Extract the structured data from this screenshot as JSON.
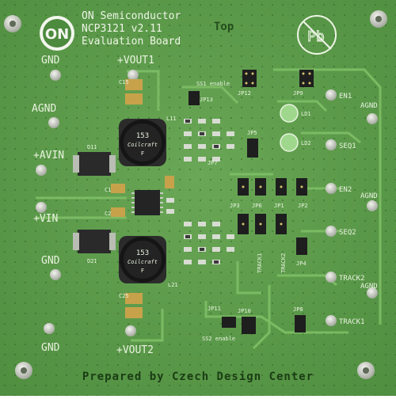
{
  "board": {
    "logo_text": "ON",
    "title_lines": [
      "ON Semiconductor",
      "NCP3121 v2.11",
      "Evaluation Board"
    ],
    "side": "Top",
    "footer": "Prepared by Czech Design Center"
  },
  "terminals_left": [
    "GND",
    "AGND",
    "+AVIN",
    "+VIN",
    "GND",
    "GND"
  ],
  "terminals_top": [
    "+VOUT1"
  ],
  "terminals_bottom": [
    "+VOUT2"
  ],
  "terminals_right": [
    "EN1",
    "AGND",
    "SEQ1",
    "EN2",
    "AGND",
    "SEQ2",
    "TRACK2",
    "AGND",
    "TRACK1"
  ],
  "inductors": [
    {
      "marking": "153",
      "brand": "Coilcraft",
      "suffix": "F",
      "ref": "L11"
    },
    {
      "marking": "153",
      "brand": "Coilcraft",
      "suffix": "F",
      "ref": "L21"
    }
  ],
  "components": {
    "diodes": [
      "D11",
      "D21"
    ],
    "caps": [
      "C1",
      "C2",
      "C15",
      "C25"
    ],
    "leds": [
      "LD1",
      "LD2"
    ],
    "jumpers": [
      "JP1",
      "JP2",
      "JP3",
      "JP4",
      "JP5",
      "JP6",
      "JP7",
      "JP8",
      "JP9",
      "JP10",
      "JP11",
      "JP12",
      "JP13"
    ],
    "ss_labels": [
      "SS1 enable",
      "SS2 enable"
    ],
    "vert_labels": [
      "TRACK1",
      "TRACK2"
    ]
  },
  "colors": {
    "pcb": "#5e9c4b",
    "pcb_dark": "#3f7a32",
    "copper": "#76b35f",
    "silk": "#e8f2de",
    "pad": "#cfd3c9"
  }
}
